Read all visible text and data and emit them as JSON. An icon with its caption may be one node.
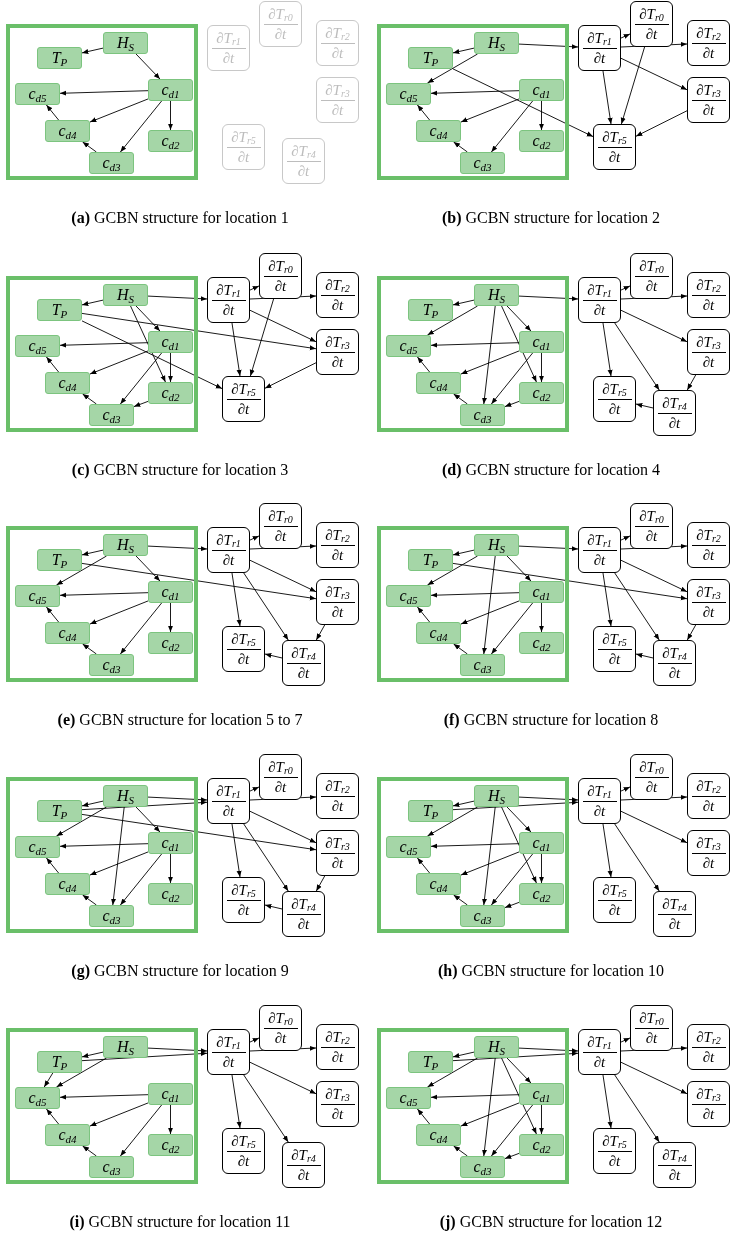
{
  "diagram": {
    "nodes": [
      {
        "text": [],
        "shape": "box"
      },
      {
        "text": [
          "H$_{S}$"
        ],
        "in": 0
      },
      {
        "text": [
          "T$_{P}$"
        ],
        "in": 0
      },
      {
        "text": [
          "c$_{d1}$"
        ],
        "in": 0
      },
      {
        "text": [
          "c$_{d5}$"
        ],
        "in": 0
      },
      {
        "text": [
          "c$_{d4}$"
        ],
        "in": 0
      },
      {
        "text": [
          "c$_{d2}$"
        ],
        "in": 0
      },
      {
        "text": [
          "c$_{d3}$"
        ],
        "in": 0
      },
      {
        "text": [
          "∂T$_{r1}$",
          "∂t"
        ]
      },
      {
        "text": [
          "∂T$_{r0}$",
          "∂t"
        ]
      },
      {
        "text": [
          "∂T$_{r2}$",
          "∂t"
        ]
      },
      {
        "text": [
          "∂T$_{r3}$",
          "∂t"
        ]
      },
      {
        "text": [
          "∂T$_{r5}$",
          "∂t"
        ]
      },
      {
        "text": [
          "∂T$_{r4}$",
          "∂t"
        ]
      },
      {
        "text": [],
        "shape": "box"
      },
      {
        "text": [
          "H$_{S}$"
        ],
        "in": 14
      },
      {
        "text": [
          "T$_{P}$"
        ],
        "in": 14
      },
      {
        "text": [
          "c$_{d1}$"
        ],
        "in": 14
      },
      {
        "text": [
          "c$_{d5}$"
        ],
        "in": 14
      },
      {
        "text": [
          "c$_{d4}$"
        ],
        "in": 14
      },
      {
        "text": [
          "c$_{d2}$"
        ],
        "in": 14
      },
      {
        "text": [
          "c$_{d3}$"
        ],
        "in": 14
      },
      {
        "text": [
          "∂T$_{r1}$",
          "∂t"
        ]
      },
      {
        "text": [
          "∂T$_{r0}$",
          "∂t"
        ]
      },
      {
        "text": [
          "∂T$_{r2}$",
          "∂t"
        ]
      },
      {
        "text": [
          "∂T$_{r3}$",
          "∂t"
        ]
      },
      {
        "text": [
          "∂T$_{r5}$",
          "∂t"
        ]
      },
      {
        "text": [],
        "shape": "box"
      },
      {
        "text": [
          "H$_{S}$"
        ],
        "in": 27
      },
      {
        "text": [
          "T$_{P}$"
        ],
        "in": 27
      },
      {
        "text": [
          "c$_{d1}$"
        ],
        "in": 27
      },
      {
        "text": [
          "c$_{d5}$"
        ],
        "in": 27
      },
      {
        "text": [
          "c$_{d4}$"
        ],
        "in": 27
      },
      {
        "text": [
          "c$_{d2}$"
        ],
        "in": 27
      },
      {
        "text": [
          "c$_{d3}$"
        ],
        "in": 27
      },
      {
        "text": [
          "∂T$_{r1}$",
          "∂t"
        ]
      },
      {
        "text": [
          "∂T$_{r0}$",
          "∂t"
        ]
      },
      {
        "text": [
          "∂T$_{r2}$",
          "∂t"
        ]
      },
      {
        "text": [
          "∂T$_{r3}$",
          "∂t"
        ]
      },
      {
        "text": [
          "∂T$_{r5}$",
          "∂t"
        ]
      },
      {
        "text": [],
        "shape": "box"
      },
      {
        "text": [
          "H$_{S}$"
        ],
        "in": 40
      },
      {
        "text": [
          "T$_{P}$"
        ],
        "in": 40
      },
      {
        "text": [
          "c$_{d1}$"
        ],
        "in": 40
      },
      {
        "text": [
          "c$_{d5}$"
        ],
        "in": 40
      },
      {
        "text": [
          "c$_{d4}$"
        ],
        "in": 40
      },
      {
        "text": [
          "c$_{d2}$"
        ],
        "in": 40
      },
      {
        "text": [
          "c$_{d3}$"
        ],
        "in": 40
      },
      {
        "text": [
          "∂T$_{r1}$",
          "∂t"
        ]
      },
      {
        "text": [
          "∂T$_{r0}$",
          "∂t"
        ]
      },
      {
        "text": [
          "∂T$_{r2}$",
          "∂t"
        ]
      },
      {
        "text": [
          "∂T$_{r3}$",
          "∂t"
        ]
      },
      {
        "text": [
          "∂T$_{r5}$",
          "∂t"
        ]
      },
      {
        "text": [
          "∂T$_{r4}$",
          "∂t"
        ]
      },
      {
        "text": [],
        "shape": "box"
      },
      {
        "text": [
          "H$_{S}$"
        ],
        "in": 54
      },
      {
        "text": [
          "T$_{P}$"
        ],
        "in": 54
      },
      {
        "text": [
          "c$_{d1}$"
        ],
        "in": 54
      },
      {
        "text": [
          "c$_{d5}$"
        ],
        "in": 54
      },
      {
        "text": [
          "c$_{d4}$"
        ],
        "in": 54
      },
      {
        "text": [
          "c$_{d2}$"
        ],
        "in": 54
      },
      {
        "text": [
          "c$_{d3}$"
        ],
        "in": 54
      },
      {
        "text": [
          "∂T$_{r1}$",
          "∂t"
        ]
      },
      {
        "text": [
          "∂T$_{r0}$",
          "∂t"
        ]
      },
      {
        "text": [
          "∂T$_{r2}$",
          "∂t"
        ]
      },
      {
        "text": [
          "∂T$_{r3}$",
          "∂t"
        ]
      },
      {
        "text": [
          "∂T$_{r5}$",
          "∂t"
        ]
      },
      {
        "text": [
          "∂T$_{r4}$",
          "∂t"
        ]
      },
      {
        "text": [],
        "shape": "box"
      },
      {
        "text": [
          "H$_{S}$"
        ],
        "in": 68
      },
      {
        "text": [
          "T$_{P}$"
        ],
        "in": 68
      },
      {
        "text": [
          "c$_{d1}$"
        ],
        "in": 68
      },
      {
        "text": [
          "c$_{d5}$"
        ],
        "in": 68
      },
      {
        "text": [
          "c$_{d4}$"
        ],
        "in": 68
      },
      {
        "text": [
          "c$_{d2}$"
        ],
        "in": 68
      },
      {
        "text": [
          "c$_{d3}$"
        ],
        "in": 68
      },
      {
        "text": [
          "∂T$_{r1}$",
          "∂t"
        ]
      },
      {
        "text": [
          "∂T$_{r0}$",
          "∂t"
        ]
      },
      {
        "text": [
          "∂T$_{r2}$",
          "∂t"
        ]
      },
      {
        "text": [
          "∂T$_{r3}$",
          "∂t"
        ]
      },
      {
        "text": [
          "∂T$_{r5}$",
          "∂t"
        ]
      },
      {
        "text": [
          "∂T$_{r4}$",
          "∂t"
        ]
      },
      {
        "text": [],
        "shape": "box"
      },
      {
        "text": [
          "H$_{S}$"
        ],
        "in": 82
      },
      {
        "text": [
          "T$_{P}$"
        ],
        "in": 82
      },
      {
        "text": [
          "c$_{d1}$"
        ],
        "in": 82
      },
      {
        "text": [
          "c$_{d5}$"
        ],
        "in": 82
      },
      {
        "text": [
          "c$_{d4}$"
        ],
        "in": 82
      },
      {
        "text": [
          "c$_{d2}$"
        ],
        "in": 82
      },
      {
        "text": [
          "c$_{d3}$"
        ],
        "in": 82
      },
      {
        "text": [
          "∂T$_{r1}$",
          "∂t"
        ]
      },
      {
        "text": [
          "∂T$_{r0}$",
          "∂t"
        ]
      },
      {
        "text": [
          "∂T$_{r2}$",
          "∂t"
        ]
      },
      {
        "text": [
          "∂T$_{r3}$",
          "∂t"
        ]
      },
      {
        "text": [
          "∂T$_{r5}$",
          "∂t"
        ]
      },
      {
        "text": [
          "∂T$_{r4}$",
          "∂t"
        ]
      },
      {
        "text": [],
        "shape": "box"
      },
      {
        "text": [
          "H$_{S}$"
        ],
        "in": 96
      },
      {
        "text": [
          "T$_{P}$"
        ],
        "in": 96
      },
      {
        "text": [
          "c$_{d1}$"
        ],
        "in": 96
      },
      {
        "text": [
          "c$_{d5}$"
        ],
        "in": 96
      },
      {
        "text": [
          "c$_{d4}$"
        ],
        "in": 96
      },
      {
        "text": [
          "c$_{d2}$"
        ],
        "in": 96
      },
      {
        "text": [
          "c$_{d3}$"
        ],
        "in": 96
      },
      {
        "text": [
          "∂T$_{r1}$",
          "∂t"
        ]
      },
      {
        "text": [
          "∂T$_{r0}$",
          "∂t"
        ]
      },
      {
        "text": [
          "∂T$_{r2}$",
          "∂t"
        ]
      },
      {
        "text": [
          "∂T$_{r3}$",
          "∂t"
        ]
      },
      {
        "text": [
          "∂T$_{r5}$",
          "∂t"
        ]
      },
      {
        "text": [
          "∂T$_{r4}$",
          "∂t"
        ]
      },
      {
        "text": [],
        "shape": "box"
      },
      {
        "text": [
          "H$_{S}$"
        ],
        "in": 110
      },
      {
        "text": [
          "T$_{P}$"
        ],
        "in": 110
      },
      {
        "text": [
          "c$_{d1}$"
        ],
        "in": 110
      },
      {
        "text": [
          "c$_{d5}$"
        ],
        "in": 110
      },
      {
        "text": [
          "c$_{d4}$"
        ],
        "in": 110
      },
      {
        "text": [
          "c$_{d2}$"
        ],
        "in": 110
      },
      {
        "text": [
          "c$_{d3}$"
        ],
        "in": 110
      },
      {
        "text": [
          "∂T$_{r1}$",
          "∂t"
        ]
      },
      {
        "text": [
          "∂T$_{r0}$",
          "∂t"
        ]
      },
      {
        "text": [
          "∂T$_{r2}$",
          "∂t"
        ]
      },
      {
        "text": [
          "∂T$_{r3}$",
          "∂t"
        ]
      },
      {
        "text": [
          "∂T$_{r5}$",
          "∂t"
        ]
      },
      {
        "text": [
          "∂T$_{r4}$",
          "∂t"
        ]
      },
      {
        "text": [],
        "shape": "box"
      },
      {
        "text": [
          "H$_{S}$"
        ],
        "in": 124
      },
      {
        "text": [
          "T$_{P}$"
        ],
        "in": 124
      },
      {
        "text": [
          "c$_{d1}$"
        ],
        "in": 124
      },
      {
        "text": [
          "c$_{d5}$"
        ],
        "in": 124
      },
      {
        "text": [
          "c$_{d4}$"
        ],
        "in": 124
      },
      {
        "text": [
          "c$_{d2}$"
        ],
        "in": 124
      },
      {
        "text": [
          "c$_{d3}$"
        ],
        "in": 124
      },
      {
        "text": [
          "∂T$_{r1}$",
          "∂t"
        ]
      },
      {
        "text": [
          "∂T$_{r0}$",
          "∂t"
        ]
      },
      {
        "text": [
          "∂T$_{r2}$",
          "∂t"
        ]
      },
      {
        "text": [
          "∂T$_{r3}$",
          "∂t"
        ]
      },
      {
        "text": [
          "∂T$_{r5}$",
          "∂t"
        ]
      },
      {
        "text": [
          "∂T$_{r4}$",
          "∂t"
        ]
      }
    ],
    "edges": [
      {
        "from": 1,
        "to": 2,
        "arrow": "to"
      },
      {
        "from": 1,
        "to": 3,
        "arrow": "to"
      },
      {
        "from": 3,
        "to": 4,
        "arrow": "to"
      },
      {
        "from": 3,
        "to": 5,
        "arrow": "to"
      },
      {
        "from": 3,
        "to": 7,
        "arrow": "to"
      },
      {
        "from": 3,
        "to": 6,
        "arrow": "to"
      },
      {
        "from": 5,
        "to": 4,
        "arrow": "to"
      },
      {
        "from": 7,
        "to": 5,
        "arrow": "to"
      },
      {
        "from": 15,
        "to": 16,
        "arrow": "to"
      },
      {
        "from": 15,
        "to": 18,
        "arrow": "to"
      },
      {
        "from": 15,
        "to": 22,
        "arrow": "to"
      },
      {
        "from": 16,
        "to": 26,
        "arrow": "to"
      },
      {
        "from": 17,
        "to": 18,
        "arrow": "to"
      },
      {
        "from": 17,
        "to": 19,
        "arrow": "to"
      },
      {
        "from": 17,
        "to": 21,
        "arrow": "to"
      },
      {
        "from": 17,
        "to": 20,
        "arrow": "to"
      },
      {
        "from": 19,
        "to": 18,
        "arrow": "to"
      },
      {
        "from": 21,
        "to": 19,
        "arrow": "to"
      },
      {
        "from": 22,
        "to": 23,
        "arrow": "to"
      },
      {
        "from": 22,
        "to": 24,
        "arrow": "to"
      },
      {
        "from": 22,
        "to": 25,
        "arrow": "to"
      },
      {
        "from": 22,
        "to": 26,
        "arrow": "to"
      },
      {
        "from": 23,
        "to": 26,
        "arrow": "to"
      },
      {
        "from": 25,
        "to": 26,
        "arrow": "to"
      },
      {
        "from": 28,
        "to": 29,
        "arrow": "to"
      },
      {
        "from": 28,
        "to": 35,
        "arrow": "to"
      },
      {
        "from": 28,
        "to": 30,
        "arrow": "to"
      },
      {
        "from": 28,
        "to": 33,
        "arrow": "to"
      },
      {
        "from": 29,
        "to": 38,
        "arrow": "to"
      },
      {
        "from": 29,
        "to": 39,
        "arrow": "to"
      },
      {
        "from": 30,
        "to": 31,
        "arrow": "to"
      },
      {
        "from": 30,
        "to": 32,
        "arrow": "to"
      },
      {
        "from": 30,
        "to": 34,
        "arrow": "to"
      },
      {
        "from": 30,
        "to": 33,
        "arrow": "to"
      },
      {
        "from": 32,
        "to": 31,
        "arrow": "to"
      },
      {
        "from": 34,
        "to": 32,
        "arrow": "to"
      },
      {
        "from": 33,
        "to": 34,
        "arrow": "to"
      },
      {
        "from": 35,
        "to": 36,
        "arrow": "to"
      },
      {
        "from": 35,
        "to": 37,
        "arrow": "to"
      },
      {
        "from": 35,
        "to": 38,
        "arrow": "to"
      },
      {
        "from": 35,
        "to": 39,
        "arrow": "to"
      },
      {
        "from": 36,
        "to": 39,
        "arrow": "to"
      },
      {
        "from": 38,
        "to": 39,
        "arrow": "to"
      },
      {
        "from": 41,
        "to": 42,
        "arrow": "to"
      },
      {
        "from": 41,
        "to": 48,
        "arrow": "to"
      },
      {
        "from": 41,
        "to": 44,
        "arrow": "to"
      },
      {
        "from": 41,
        "to": 47,
        "arrow": "to"
      },
      {
        "from": 41,
        "to": 46,
        "arrow": "to"
      },
      {
        "from": 41,
        "to": 43,
        "arrow": "to"
      },
      {
        "from": 43,
        "to": 44,
        "arrow": "to"
      },
      {
        "from": 43,
        "to": 45,
        "arrow": "to"
      },
      {
        "from": 43,
        "to": 47,
        "arrow": "to"
      },
      {
        "from": 43,
        "to": 46,
        "arrow": "to"
      },
      {
        "from": 45,
        "to": 44,
        "arrow": "to"
      },
      {
        "from": 47,
        "to": 45,
        "arrow": "to"
      },
      {
        "from": 46,
        "to": 47,
        "arrow": "to"
      },
      {
        "from": 48,
        "to": 49,
        "arrow": "to"
      },
      {
        "from": 48,
        "to": 50,
        "arrow": "to"
      },
      {
        "from": 48,
        "to": 51,
        "arrow": "to"
      },
      {
        "from": 48,
        "to": 52,
        "arrow": "to"
      },
      {
        "from": 48,
        "to": 53,
        "arrow": "to"
      },
      {
        "from": 51,
        "to": 53,
        "arrow": "to"
      },
      {
        "from": 53,
        "to": 52,
        "arrow": "to"
      },
      {
        "from": 55,
        "to": 56,
        "arrow": "to"
      },
      {
        "from": 55,
        "to": 62,
        "arrow": "to"
      },
      {
        "from": 55,
        "to": 58,
        "arrow": "to"
      },
      {
        "from": 55,
        "to": 57,
        "arrow": "to"
      },
      {
        "from": 56,
        "to": 65,
        "arrow": "to"
      },
      {
        "from": 57,
        "to": 58,
        "arrow": "to"
      },
      {
        "from": 57,
        "to": 59,
        "arrow": "to"
      },
      {
        "from": 57,
        "to": 61,
        "arrow": "to"
      },
      {
        "from": 57,
        "to": 60,
        "arrow": "to"
      },
      {
        "from": 59,
        "to": 58,
        "arrow": "to"
      },
      {
        "from": 61,
        "to": 59,
        "arrow": "to"
      },
      {
        "from": 62,
        "to": 63,
        "arrow": "to"
      },
      {
        "from": 62,
        "to": 64,
        "arrow": "to"
      },
      {
        "from": 62,
        "to": 65,
        "arrow": "to"
      },
      {
        "from": 62,
        "to": 66,
        "arrow": "to"
      },
      {
        "from": 62,
        "to": 67,
        "arrow": "to"
      },
      {
        "from": 65,
        "to": 67,
        "arrow": "to"
      },
      {
        "from": 67,
        "to": 66,
        "arrow": "to"
      },
      {
        "from": 69,
        "to": 70,
        "arrow": "to"
      },
      {
        "from": 69,
        "to": 76,
        "arrow": "to"
      },
      {
        "from": 69,
        "to": 72,
        "arrow": "to"
      },
      {
        "from": 69,
        "to": 75,
        "arrow": "to"
      },
      {
        "from": 69,
        "to": 71,
        "arrow": "to"
      },
      {
        "from": 70,
        "to": 79,
        "arrow": "to"
      },
      {
        "from": 71,
        "to": 72,
        "arrow": "to"
      },
      {
        "from": 71,
        "to": 73,
        "arrow": "to"
      },
      {
        "from": 71,
        "to": 75,
        "arrow": "to"
      },
      {
        "from": 71,
        "to": 74,
        "arrow": "to"
      },
      {
        "from": 73,
        "to": 72,
        "arrow": "to"
      },
      {
        "from": 75,
        "to": 73,
        "arrow": "to"
      },
      {
        "from": 76,
        "to": 77,
        "arrow": "to"
      },
      {
        "from": 76,
        "to": 78,
        "arrow": "to"
      },
      {
        "from": 76,
        "to": 79,
        "arrow": "to"
      },
      {
        "from": 76,
        "to": 80,
        "arrow": "to"
      },
      {
        "from": 76,
        "to": 81,
        "arrow": "to"
      },
      {
        "from": 79,
        "to": 81,
        "arrow": "to"
      },
      {
        "from": 81,
        "to": 80,
        "arrow": "to"
      },
      {
        "from": 83,
        "to": 84,
        "arrow": "to"
      },
      {
        "from": 83,
        "to": 90,
        "arrow": "to"
      },
      {
        "from": 84,
        "to": 90,
        "arrow": "to"
      },
      {
        "from": 83,
        "to": 86,
        "arrow": "to"
      },
      {
        "from": 83,
        "to": 89,
        "arrow": "to"
      },
      {
        "from": 83,
        "to": 85,
        "arrow": "to"
      },
      {
        "from": 84,
        "to": 93,
        "arrow": "to"
      },
      {
        "from": 85,
        "to": 86,
        "arrow": "to"
      },
      {
        "from": 85,
        "to": 87,
        "arrow": "to"
      },
      {
        "from": 85,
        "to": 89,
        "arrow": "to"
      },
      {
        "from": 85,
        "to": 88,
        "arrow": "to"
      },
      {
        "from": 87,
        "to": 86,
        "arrow": "to"
      },
      {
        "from": 89,
        "to": 87,
        "arrow": "to"
      },
      {
        "from": 90,
        "to": 91,
        "arrow": "to"
      },
      {
        "from": 90,
        "to": 92,
        "arrow": "to"
      },
      {
        "from": 90,
        "to": 93,
        "arrow": "to"
      },
      {
        "from": 90,
        "to": 94,
        "arrow": "to"
      },
      {
        "from": 90,
        "to": 95,
        "arrow": "to"
      },
      {
        "from": 93,
        "to": 95,
        "arrow": "to"
      },
      {
        "from": 95,
        "to": 94,
        "arrow": "to"
      },
      {
        "from": 97,
        "to": 98,
        "arrow": "to"
      },
      {
        "from": 97,
        "to": 104,
        "arrow": "to"
      },
      {
        "from": 98,
        "to": 104,
        "arrow": "to"
      },
      {
        "from": 97,
        "to": 100,
        "arrow": "to"
      },
      {
        "from": 97,
        "to": 103,
        "arrow": "to"
      },
      {
        "from": 97,
        "to": 102,
        "arrow": "to"
      },
      {
        "from": 97,
        "to": 99,
        "arrow": "to"
      },
      {
        "from": 99,
        "to": 100,
        "arrow": "to"
      },
      {
        "from": 99,
        "to": 101,
        "arrow": "to"
      },
      {
        "from": 99,
        "to": 103,
        "arrow": "to"
      },
      {
        "from": 99,
        "to": 102,
        "arrow": "to"
      },
      {
        "from": 101,
        "to": 100,
        "arrow": "to"
      },
      {
        "from": 103,
        "to": 101,
        "arrow": "to"
      },
      {
        "from": 102,
        "to": 103,
        "arrow": "to"
      },
      {
        "from": 104,
        "to": 105,
        "arrow": "to"
      },
      {
        "from": 104,
        "to": 106,
        "arrow": "to"
      },
      {
        "from": 104,
        "to": 107,
        "arrow": "to"
      },
      {
        "from": 104,
        "to": 108,
        "arrow": "to"
      },
      {
        "from": 104,
        "to": 109,
        "arrow": "to"
      },
      {
        "from": 111,
        "to": 112,
        "arrow": "to"
      },
      {
        "from": 111,
        "to": 118,
        "arrow": "to"
      },
      {
        "from": 112,
        "to": 118,
        "arrow": "to"
      },
      {
        "from": 112,
        "to": 114,
        "arrow": "to"
      },
      {
        "from": 111,
        "to": 114,
        "arrow": "to"
      },
      {
        "from": 113,
        "to": 114,
        "arrow": "to"
      },
      {
        "from": 113,
        "to": 115,
        "arrow": "to"
      },
      {
        "from": 113,
        "to": 117,
        "arrow": "to"
      },
      {
        "from": 113,
        "to": 116,
        "arrow": "to"
      },
      {
        "from": 115,
        "to": 114,
        "arrow": "to"
      },
      {
        "from": 117,
        "to": 115,
        "arrow": "to"
      },
      {
        "from": 118,
        "to": 119,
        "arrow": "to"
      },
      {
        "from": 118,
        "to": 120,
        "arrow": "to"
      },
      {
        "from": 118,
        "to": 121,
        "arrow": "to"
      },
      {
        "from": 118,
        "to": 122,
        "arrow": "to"
      },
      {
        "from": 118,
        "to": 123,
        "arrow": "to"
      },
      {
        "from": 125,
        "to": 126,
        "arrow": "to"
      },
      {
        "from": 125,
        "to": 132,
        "arrow": "to"
      },
      {
        "from": 126,
        "to": 132,
        "arrow": "to"
      },
      {
        "from": 125,
        "to": 128,
        "arrow": "to"
      },
      {
        "from": 125,
        "to": 131,
        "arrow": "to"
      },
      {
        "from": 125,
        "to": 130,
        "arrow": "to"
      },
      {
        "from": 125,
        "to": 127,
        "arrow": "to"
      },
      {
        "from": 127,
        "to": 128,
        "arrow": "to"
      },
      {
        "from": 127,
        "to": 129,
        "arrow": "to"
      },
      {
        "from": 127,
        "to": 131,
        "arrow": "to"
      },
      {
        "from": 127,
        "to": 130,
        "arrow": "to"
      },
      {
        "from": 129,
        "to": 128,
        "arrow": "to"
      },
      {
        "from": 131,
        "to": 129,
        "arrow": "to"
      },
      {
        "from": 130,
        "to": 131,
        "arrow": "to"
      },
      {
        "from": 132,
        "to": 133,
        "arrow": "to"
      },
      {
        "from": 132,
        "to": 134,
        "arrow": "to"
      },
      {
        "from": 132,
        "to": 135,
        "arrow": "to"
      },
      {
        "from": 132,
        "to": 136,
        "arrow": "to"
      },
      {
        "from": 132,
        "to": 137,
        "arrow": "to"
      }
    ],
    "labels": [
      "**(a)** GCBN structure for location 1",
      "**(b)** GCBN structure for location 2",
      "**(c)** GCBN structure for location 3",
      "**(d)** GCBN structure for location 4",
      "**(e)** GCBN structure for location 5 to 7",
      "**(f)** GCBN structure for location 8",
      "**(g)** GCBN structure for location 9",
      "**(h)** GCBN structure for location 10",
      "**(i)** GCBN structure for location 11",
      "**(j)** GCBN structure for location 12"
    ]
  }
}
